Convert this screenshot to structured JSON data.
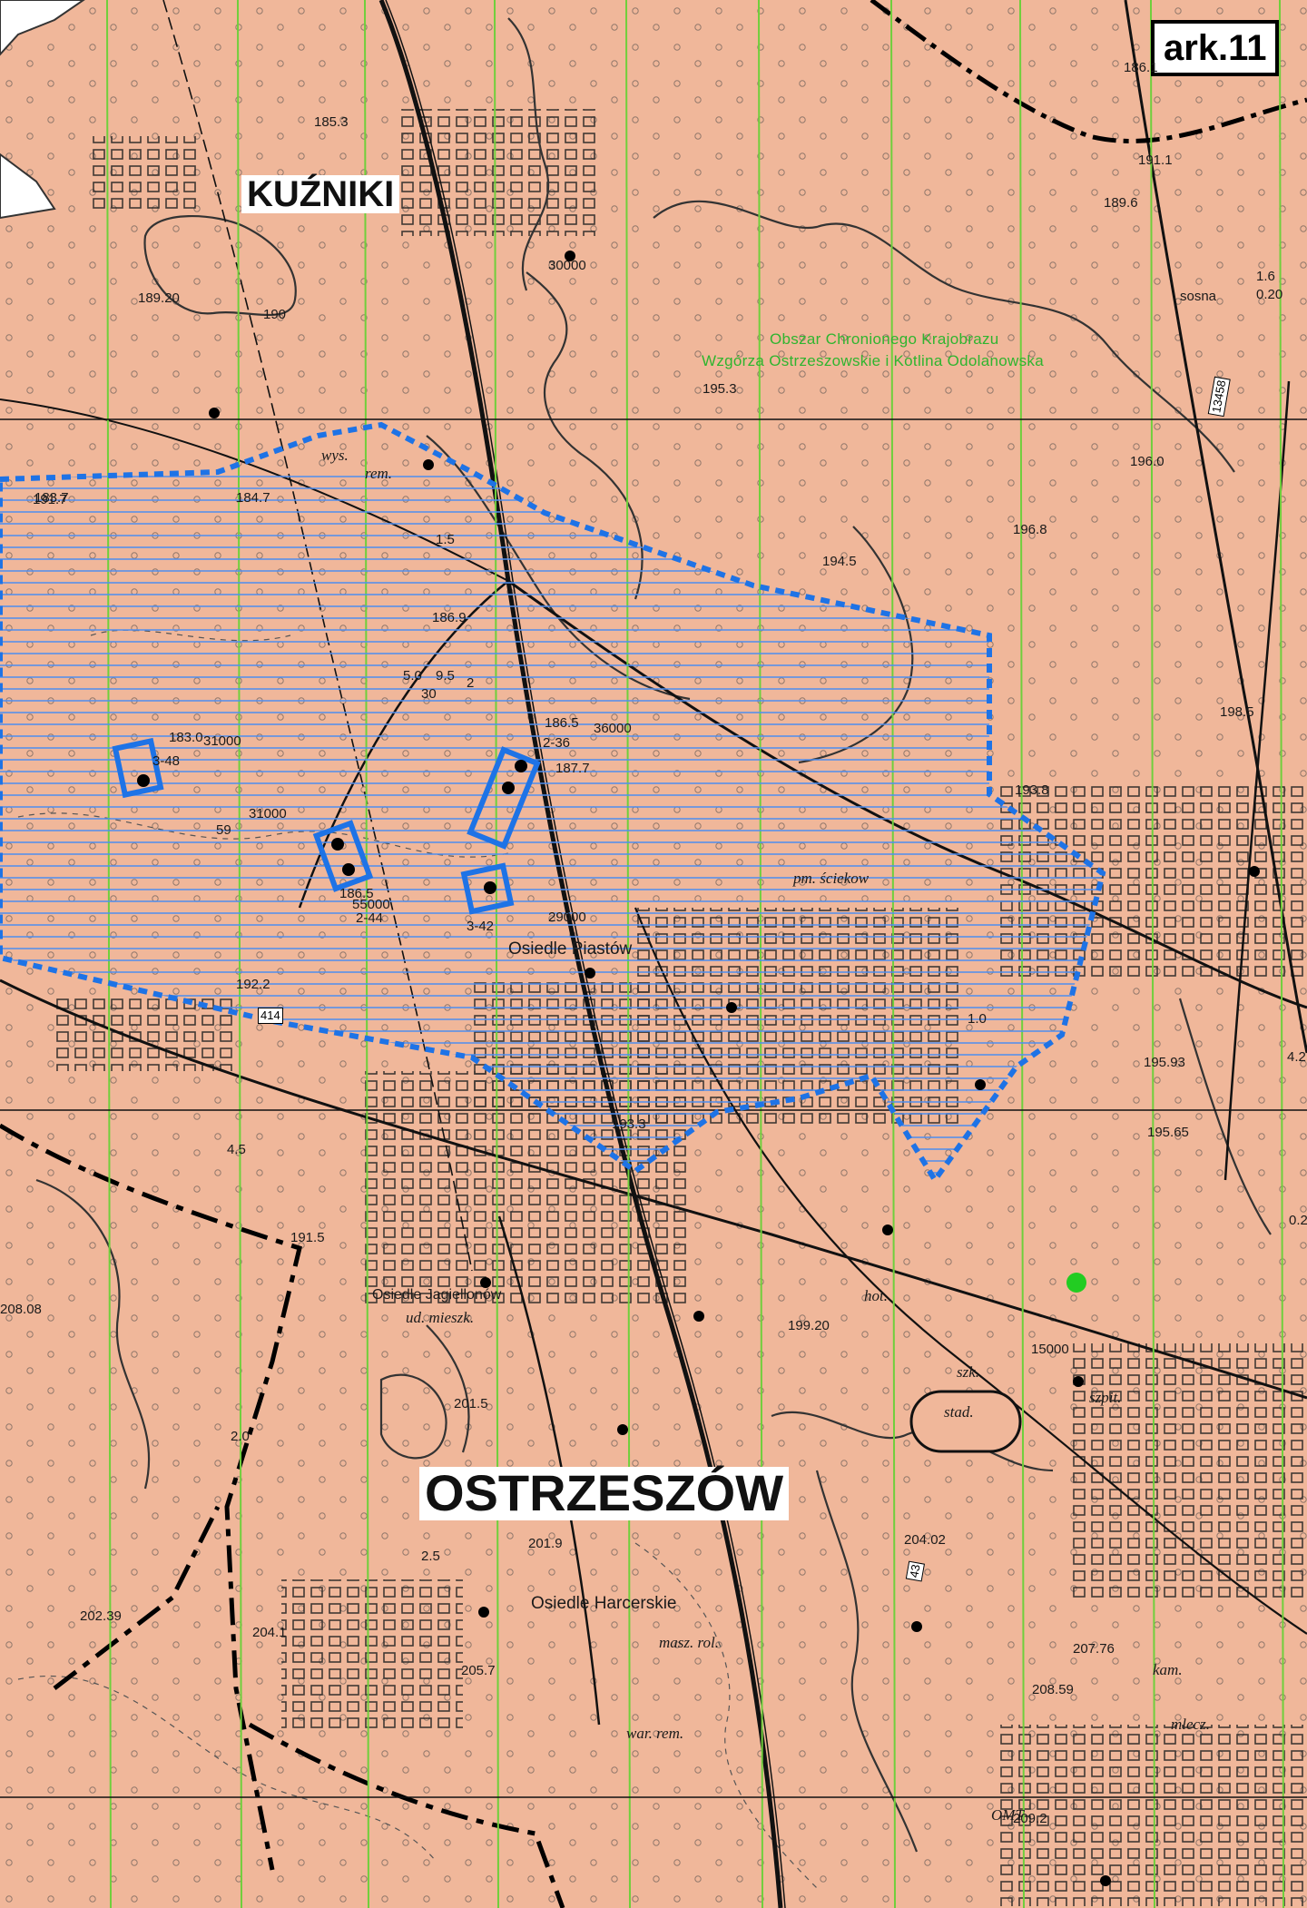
{
  "sheet": {
    "label": "ark.11"
  },
  "places": {
    "kuzniki": "KUŹNIKI",
    "ostrzeszow": "OSTRZESZÓW"
  },
  "protected_area": {
    "line1": "Obszar Chronionego Krajobrazu",
    "line2": "Wzgórza Ostrzeszowskie i Kotlina Odolanowska",
    "color": "#2fb52f"
  },
  "settlements": [
    {
      "id": "piastow",
      "text": "Osiedle Piastów"
    },
    {
      "id": "jagiellonow",
      "text": "Osiedle Jagiellonów"
    },
    {
      "id": "harcerskie",
      "text": "Osiedle Harcerskie"
    }
  ],
  "road_badges": [
    {
      "id": "r13458",
      "text": "13458"
    },
    {
      "id": "r43",
      "text": "43"
    },
    {
      "id": "r414",
      "text": "414"
    }
  ],
  "elevations": [
    "186.1",
    "185.3",
    "189.6",
    "191.1",
    "189.20",
    "190",
    "191.7",
    "195.3",
    "196.0",
    "183.7",
    "184.7",
    "196.8",
    "194.5",
    "186.9",
    "186.5",
    "187.7",
    "183.0",
    "198.5",
    "193.8",
    "186.5",
    "192.2",
    "195.93",
    "193.3",
    "195.65",
    "191.5",
    "199.20",
    "201.5",
    "204.02",
    "201.9",
    "202.39",
    "204.1",
    "205.7",
    "207.76",
    "208.59",
    "209.2",
    "208.08"
  ],
  "annotations": [
    "30000",
    "36000",
    "31000",
    "31000",
    "55000",
    "29000",
    "15000",
    "2-36",
    "3-48",
    "59",
    "2-44",
    "3-42",
    "5.0",
    "9.5",
    "30",
    "2",
    "1.5",
    "1.0",
    "4.5",
    "2.5",
    "2.0",
    "0.2",
    "sosna",
    "1.6",
    "0.20",
    "4.2"
  ],
  "italic_notes": [
    "wys.",
    "rem.",
    "pm. ściekow",
    "hot.",
    "stad.",
    "szk.",
    "szpit.",
    "kam.",
    "masz. rol.",
    "war. rem.",
    "mlecz.",
    "OMT",
    "ud. mieszk."
  ],
  "colors": {
    "map_background": "#f0b79a",
    "grid_line": "#6fcf3c",
    "hatch_line": "#4e8ef0",
    "boundary_blue": "#1e73e6",
    "boundary_black": "#000000",
    "contour": "#333333",
    "highlight_point": "#22cc22"
  }
}
